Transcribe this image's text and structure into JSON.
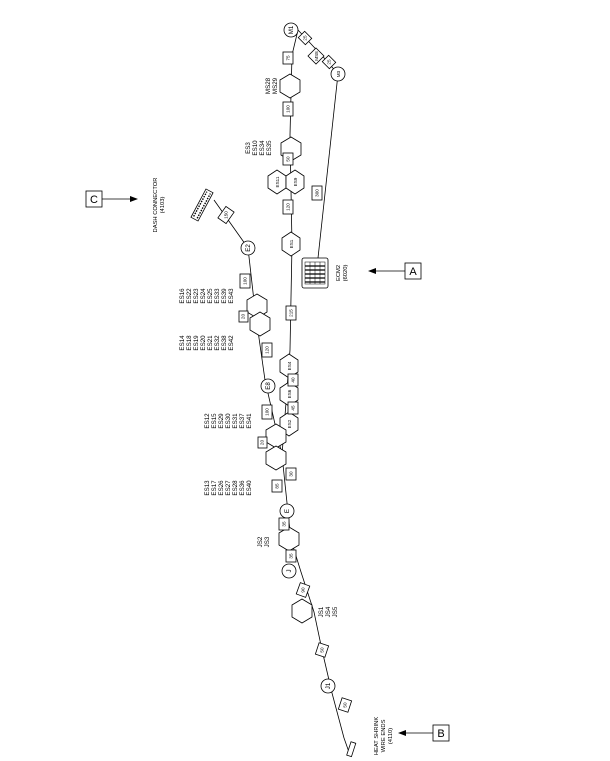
{
  "callouts": {
    "A": "A",
    "B": "B",
    "C": "C"
  },
  "notes": {
    "ecm2": [
      "ECM2",
      "(6020)"
    ],
    "dash": [
      "DASH CONNECTOR",
      "(4103)"
    ],
    "heat": [
      "HEAT SHRINK",
      "WIRE ENDS",
      "(4110)"
    ]
  },
  "nodes": {
    "M1": "M1",
    "M3": "M3",
    "E2": "E2",
    "E8": "E8",
    "E": "E",
    "J": "J",
    "J1": "J1",
    "MS8": "MS8",
    "ES11": "ES11",
    "ES9": "ES9",
    "ES1": "ES1",
    "ES4": "ES4",
    "ES6": "ES6",
    "ES2": "ES2"
  },
  "segments": {
    "s_m1_a": "25",
    "s_m3": "25",
    "s_75": "75",
    "s_100a": "100",
    "s_50a": "50",
    "s_120": "120",
    "s_300": "300",
    "s_215": "215",
    "s_40": "40",
    "s_45": "45",
    "s_150": "150",
    "s_100b": "100",
    "s_20a": "20",
    "s_120b": "120",
    "s_100c": "100",
    "s_20b": "20",
    "s_30": "30",
    "s_85": "85",
    "s_35": "35",
    "s_35b": "35",
    "s_90": "90",
    "s_50b": "50",
    "s_50c": "50"
  },
  "labels": {
    "ms": [
      "MS28",
      "MS29"
    ],
    "es_top": [
      "ES3",
      "ES10",
      "ES34",
      "ES35"
    ],
    "es_col_a": [
      "ES16",
      "ES22",
      "ES23",
      "ES24",
      "ES25",
      "ES33",
      "ES39",
      "ES43"
    ],
    "es_col_b": [
      "ES14",
      "ES18",
      "ES19",
      "ES20",
      "ES21",
      "ES32",
      "ES38",
      "ES42"
    ],
    "es_col_c": [
      "ES12",
      "ES15",
      "ES29",
      "ES30",
      "ES31",
      "ES37",
      "ES41"
    ],
    "es_col_d": [
      "ES13",
      "ES17",
      "ES26",
      "ES27",
      "ES28",
      "ES36",
      "ES40"
    ],
    "js_a": [
      "JS2",
      "JS3"
    ],
    "js_b": [
      "JS1",
      "JS4",
      "JS5"
    ]
  }
}
